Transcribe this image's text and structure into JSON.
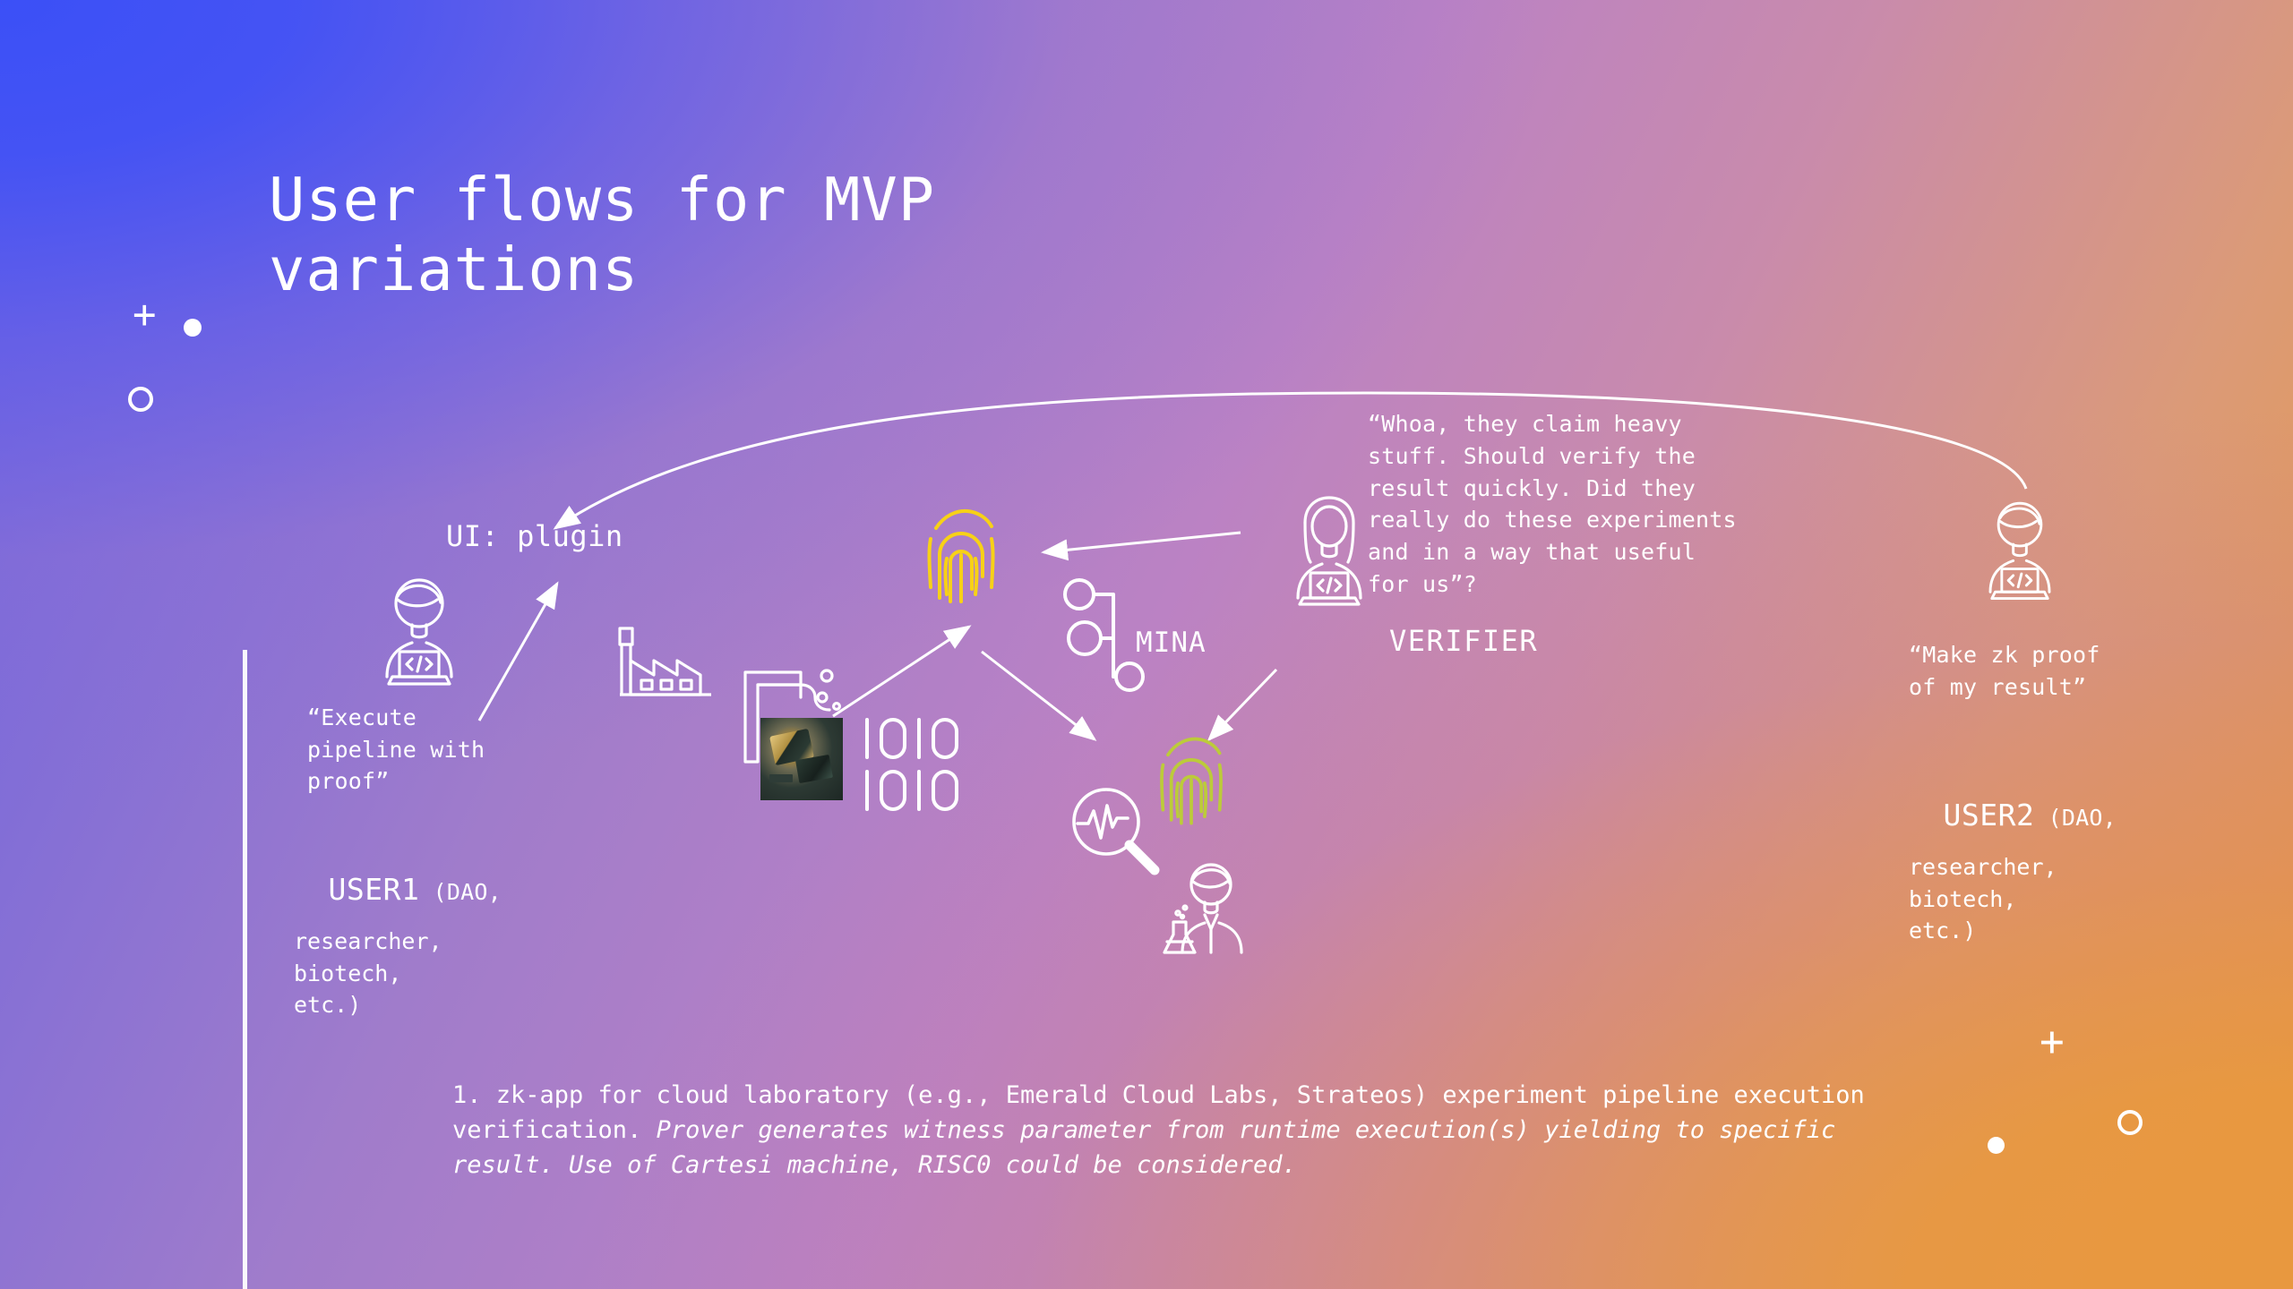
{
  "slide": {
    "title_line1": "User flows for MVP",
    "title_line2": "variations",
    "colors": {
      "gradient_start": "#3B50F7",
      "gradient_mid": "#B083C6",
      "gradient_end": "#E8983F",
      "ink": "#FFFFFF",
      "fingerprint_yellow": "#F7D117",
      "fingerprint_green": "#BCCB3A"
    }
  },
  "labels": {
    "ui_plugin": "UI: plugin",
    "mina": "MINA",
    "verifier": "VERIFIER"
  },
  "quotes": {
    "execute": "“Execute\npipeline with\nproof”",
    "verifier": "“Whoa, they claim heavy\nstuff. Should verify the\nresult quickly. Did they\nreally do these experiments\nand in a way that useful\nfor us”?",
    "make_proof": "“Make zk proof\nof my result”"
  },
  "users": {
    "user1": {
      "name": "USER1",
      "paren": " (DAO,",
      "rest": "researcher,\nbiotech,\netc.)"
    },
    "user2": {
      "name": "USER2",
      "paren": " (DAO,",
      "rest": "researcher,\nbiotech,\netc.)"
    }
  },
  "caption": {
    "roman1": "1. zk-app for cloud laboratory (e.g., Emerald Cloud Labs, Strateos)\nexperiment pipeline execution verification. ",
    "italic": "Prover generates witness\nparameter from runtime execution(s) yielding to specific result. Use\nof  Cartesi machine, RISC0 could be considered."
  },
  "icons": {
    "user1_avatar": "person-at-laptop-icon",
    "verifier_avatar": "woman-at-laptop-icon",
    "user2_avatar": "person-at-laptop-icon",
    "factory": "factory-icon",
    "code_brackets": "code-brackets-icon",
    "binary": "binary-1010-icon",
    "chip_photo": "microchip-photo",
    "fingerprint_top": "fingerprint-icon",
    "fingerprint_bottom": "fingerprint-icon",
    "mina_nodes": "node-graph-icon",
    "magnifier_pulse": "magnifier-pulse-icon",
    "scientist": "scientist-flask-icon"
  },
  "decorations": {
    "plus_top_left": "+",
    "plus_bottom_right": "+"
  }
}
